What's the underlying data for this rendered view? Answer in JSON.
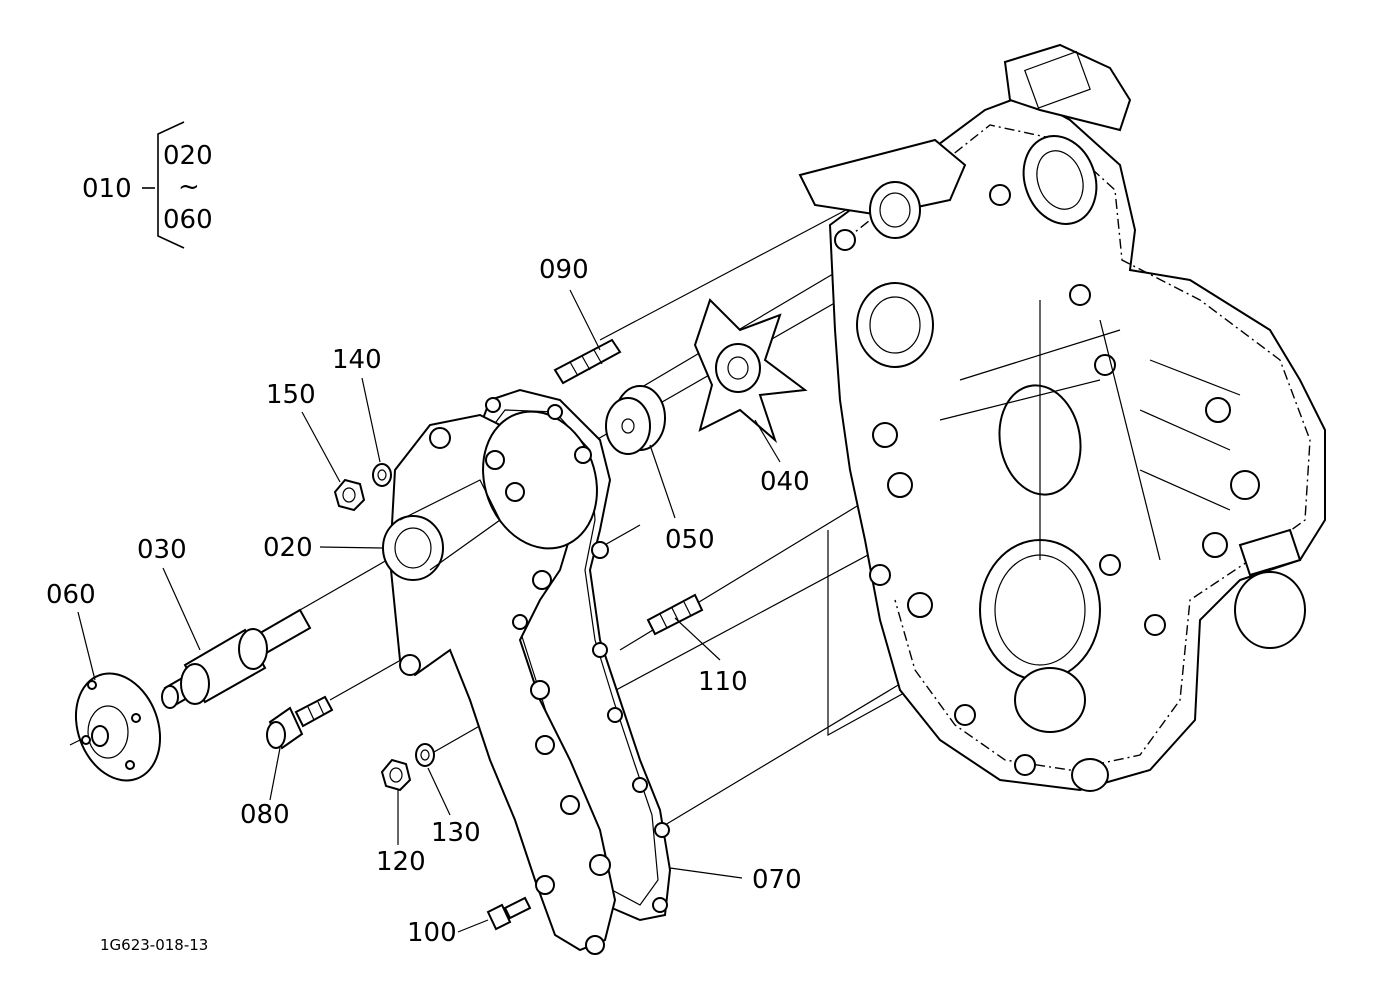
{
  "callouts": {
    "p010": "010",
    "p020a": "020",
    "p060a": "060",
    "range_tilde": "~",
    "p020": "020",
    "p030": "030",
    "p040": "040",
    "p050": "050",
    "p060": "060",
    "p070": "070",
    "p080": "080",
    "p090": "090",
    "p100": "100",
    "p110": "110",
    "p120": "120",
    "p130": "130",
    "p140": "140",
    "p150": "150"
  },
  "figure_code": "1G623-018-13"
}
